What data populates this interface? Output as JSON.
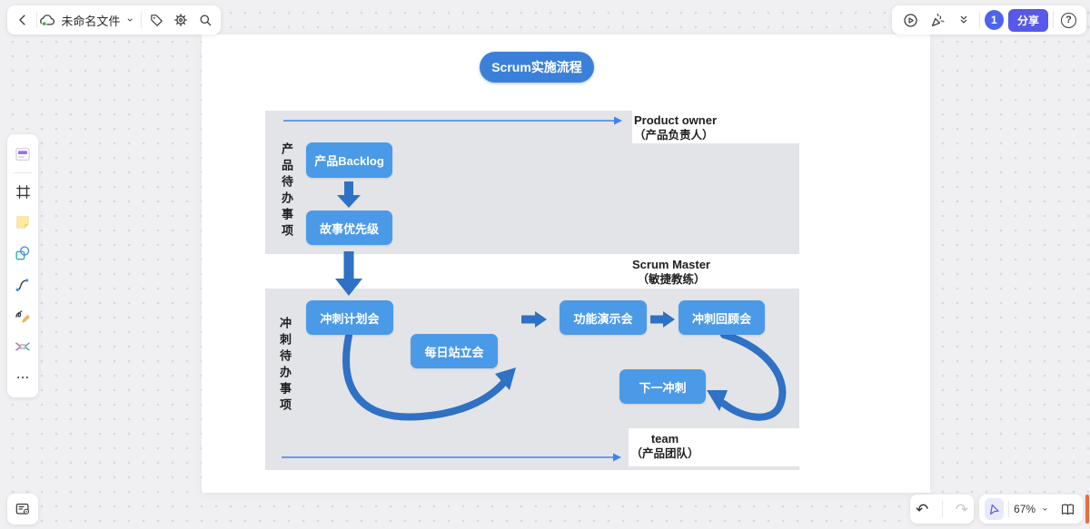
{
  "header": {
    "file_name": "未命名文件",
    "share_label": "分享",
    "collaborator_badge": "1"
  },
  "status_bar": {
    "zoom_level": "67%"
  },
  "icons": {
    "undo": "↶",
    "redo": "↷",
    "help": "?"
  },
  "colors": {
    "title_blue": "#3b80d8",
    "box_blue": "#4a9ae8",
    "thick_arrow_blue": "#2e71c5",
    "thin_arrow_blue": "#3f83e8",
    "lane_gray": "#e3e4e8",
    "accent_indigo": "#5759e8",
    "scrollbar_orange": "#ef6a3d"
  },
  "diagram": {
    "title": "Scrum实施流程",
    "product_lane": {
      "side_label": "产品待办事项",
      "boxes": [
        "产品Backlog",
        "故事优先级"
      ],
      "role_en": "Product owner",
      "role_zh": "（产品负责人）"
    },
    "middle_role": {
      "en": "Scrum Master",
      "zh": "（敏捷教练）"
    },
    "sprint_lane": {
      "side_label": "冲刺待办事项",
      "boxes": [
        "冲刺计划会",
        "每日站立会",
        "功能演示会",
        "冲刺回顾会",
        "下一冲刺"
      ],
      "role_en": "team",
      "role_zh": "（产品团队）"
    }
  }
}
